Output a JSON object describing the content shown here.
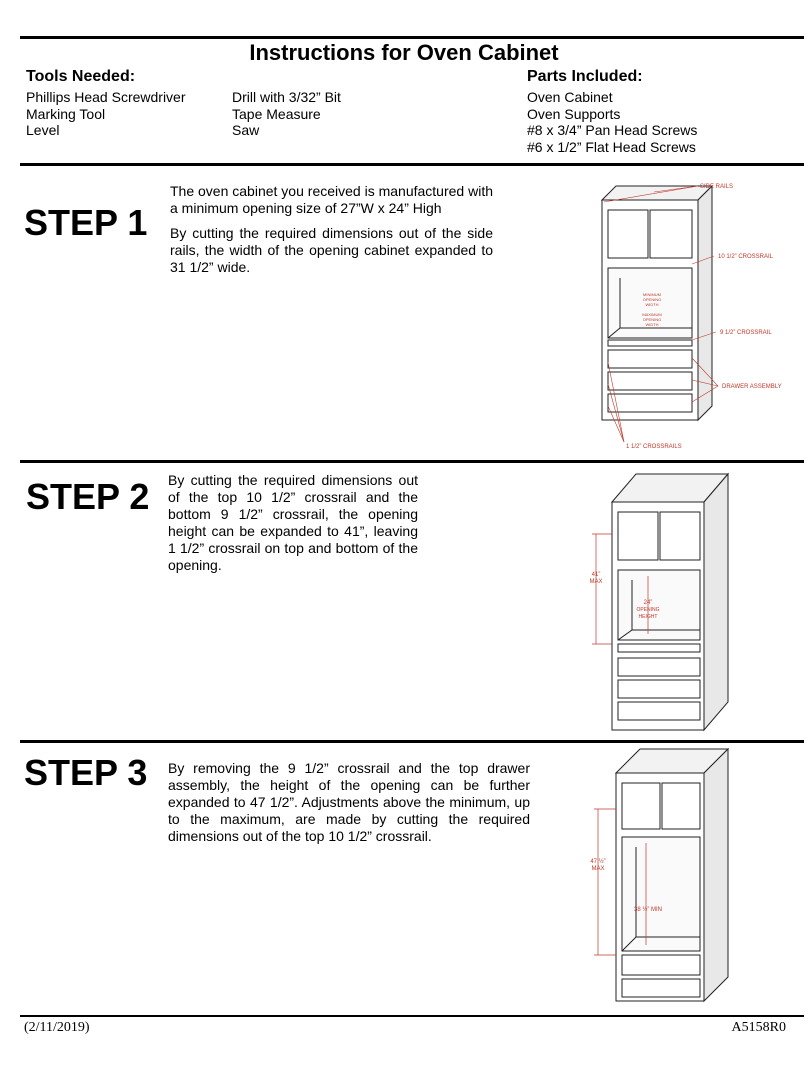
{
  "title": "Instructions for Oven Cabinet",
  "tools": {
    "heading": "Tools Needed:",
    "col1": [
      "Phillips Head Screwdriver",
      "Marking Tool",
      "Level"
    ],
    "col2": [
      "Drill with 3/32” Bit",
      "Tape Measure",
      "Saw"
    ]
  },
  "parts": {
    "heading": "Parts Included:",
    "items": [
      "Oven Cabinet",
      "Oven Supports",
      "#8 x 3/4” Pan Head Screws",
      "#6 x 1/2” Flat Head Screws"
    ]
  },
  "steps": [
    {
      "label": "STEP 1",
      "paragraphs": [
        "The oven cabinet you received is manufactured with a minimum opening size of  27”W x 24” High",
        "By cutting the required dimensions out of the side rails, the width of the opening cabinet expanded to 31 1/2” wide."
      ],
      "figure": {
        "annotations": [
          "SIDE RAILS",
          "10 1/2” CROSSRAIL",
          "9 1/2” CROSSRAIL",
          "DRAWER ASSEMBLY",
          "1 1/2” CROSSRAILS"
        ],
        "inner_labels": [
          "MINIMUM",
          "OPENING",
          "WIDTH",
          "MAXIMUM",
          "OPENING",
          "WIDTH"
        ]
      }
    },
    {
      "label": "STEP 2",
      "paragraphs": [
        "By cutting the required dimensions out of the top 10 1/2” crossrail and the bottom 9 1/2” crossrail, the opening height can be expanded to 41”, leaving 1 1/2” crossrail on top and bottom of the opening."
      ],
      "figure": {
        "max_label": [
          "41”",
          "MAX"
        ],
        "opening_label": [
          "24”",
          "OPENING",
          "HEIGHT"
        ]
      }
    },
    {
      "label": "STEP 3",
      "paragraphs": [
        "By removing the 9 1/2” crossrail and the top drawer assembly, the height of the opening can be further expanded to 47 1/2”.  Adjustments above the minimum, up to the maximum, are made by cutting the required dimensions out of the top 10 1/2” crossrail."
      ],
      "figure": {
        "max_label": [
          "47 ½”",
          "MAX"
        ],
        "min_label": "38 ½” MIN"
      }
    }
  ],
  "footer": {
    "date": "(2/11/2019)",
    "code": "A5158R0"
  },
  "colors": {
    "annotation": "#c0392b",
    "rule": "#000000"
  }
}
